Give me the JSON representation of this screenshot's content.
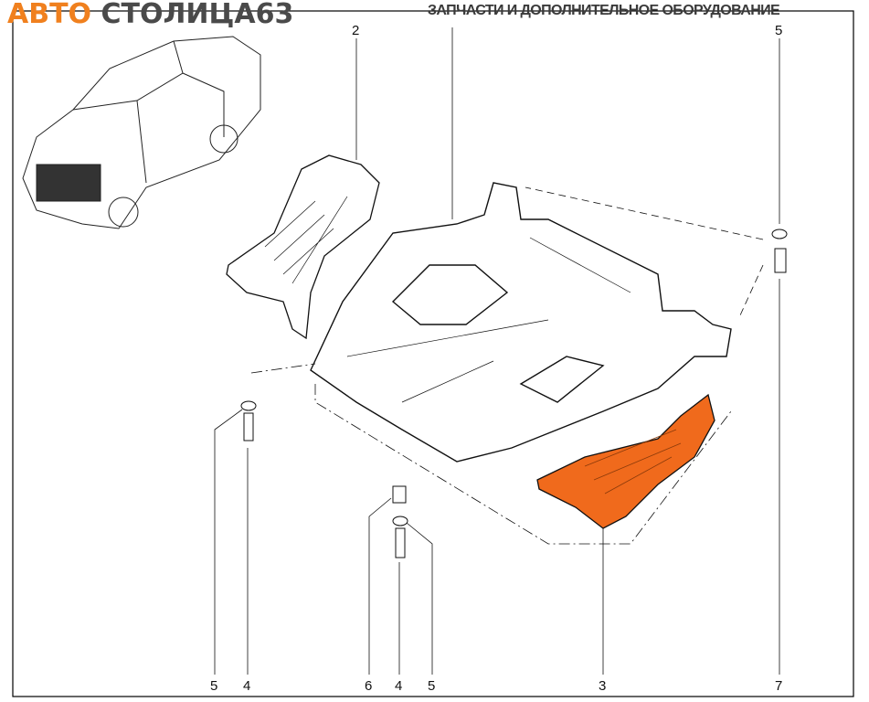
{
  "header": {
    "logo_part1": "АВТО",
    "logo_part2": "СТОЛИЦА63",
    "tagline": "ЗАПЧАСТИ И ДОПОЛНИТЕЛЬНОЕ ОБОРУДОВАНИЕ"
  },
  "callouts": {
    "top": [
      "2",
      "5"
    ],
    "bottom": [
      "5",
      "4",
      "6",
      "4",
      "5",
      "3",
      "7"
    ]
  },
  "colors": {
    "highlight": "#f06a1c",
    "logo_orange": "#f0801e",
    "logo_gray": "#4a4a4a"
  }
}
